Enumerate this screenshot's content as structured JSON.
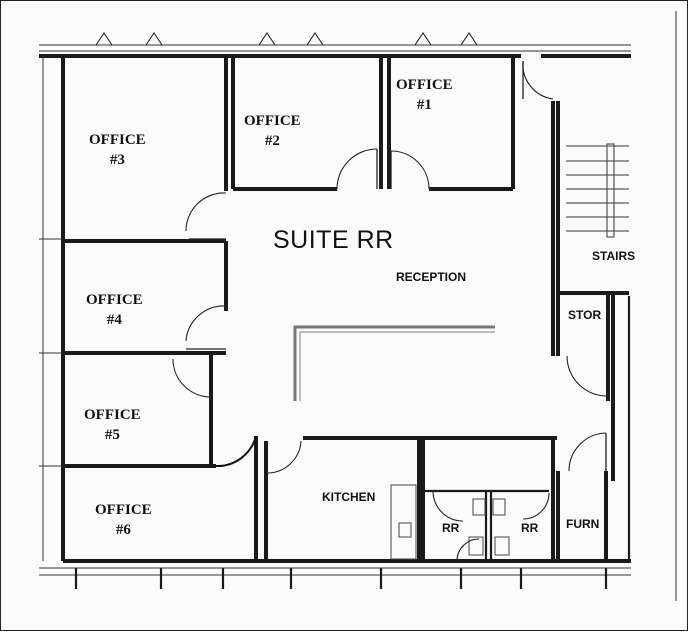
{
  "suite": {
    "title": "SUITE RR"
  },
  "rooms": {
    "office1": {
      "name": "OFFICE",
      "number": "#1"
    },
    "office2": {
      "name": "OFFICE",
      "number": "#2"
    },
    "office3": {
      "name": "OFFICE",
      "number": "#3"
    },
    "office4": {
      "name": "OFFICE",
      "number": "#4"
    },
    "office5": {
      "name": "OFFICE",
      "number": "#5"
    },
    "office6": {
      "name": "OFFICE",
      "number": "#6"
    },
    "reception": "RECEPTION",
    "stairs": "STAIRS",
    "stor": "STOR",
    "kitchen": "KITCHEN",
    "rr_left": "RR",
    "rr_right": "RR",
    "furn": "FURN"
  }
}
